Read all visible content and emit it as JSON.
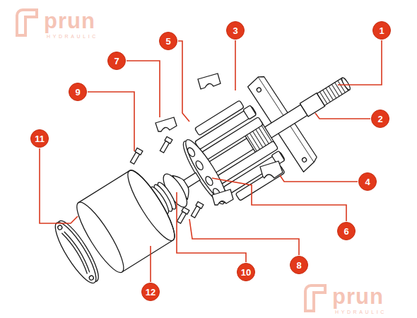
{
  "diagram": {
    "nodes": [
      {
        "text": [
          "1"
        ]
      },
      {
        "text": [
          "2"
        ]
      },
      {
        "text": [
          "3"
        ]
      },
      {
        "text": [
          "4"
        ]
      },
      {
        "text": [
          "5"
        ]
      },
      {
        "text": [
          "6"
        ]
      },
      {
        "text": [
          "7"
        ]
      },
      {
        "text": [
          "8"
        ]
      },
      {
        "text": [
          "9"
        ]
      },
      {
        "text": [
          "10"
        ]
      },
      {
        "text": [
          "11"
        ]
      },
      {
        "text": [
          "12"
        ]
      }
    ],
    "labels": [
      "prun",
      "HYDRAULIC",
      "prun",
      "HYDRAULIC"
    ]
  }
}
